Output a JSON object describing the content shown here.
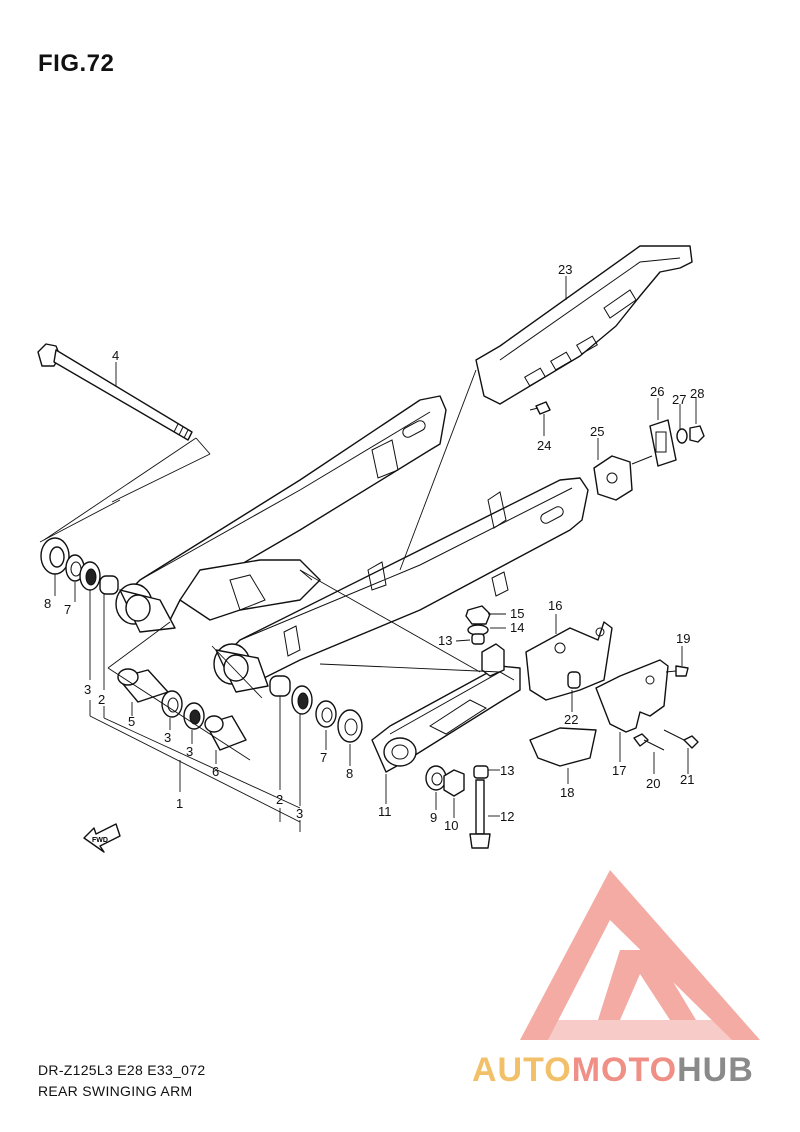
{
  "figure": {
    "title": "FIG.72"
  },
  "footer": {
    "model_code": "DR-Z125L3 E28 E33_072",
    "section_title": "REAR SWINGING ARM"
  },
  "watermark": {
    "part1": "AUTO",
    "part2": "MOTO",
    "part3": "HUB",
    "colors": {
      "auto": "#f2c069",
      "moto": "#ef8f86",
      "hub": "#8a8a8a",
      "triangle": "#ef8f86"
    }
  },
  "fwd_arrow": {
    "label": "FWD"
  },
  "callouts": [
    {
      "id": "c1",
      "label": "1"
    },
    {
      "id": "c2a",
      "label": "2"
    },
    {
      "id": "c2b",
      "label": "2"
    },
    {
      "id": "c3a",
      "label": "3"
    },
    {
      "id": "c3b",
      "label": "3"
    },
    {
      "id": "c3c",
      "label": "3"
    },
    {
      "id": "c3d",
      "label": "3"
    },
    {
      "id": "c4",
      "label": "4"
    },
    {
      "id": "c5",
      "label": "5"
    },
    {
      "id": "c6",
      "label": "6"
    },
    {
      "id": "c7a",
      "label": "7"
    },
    {
      "id": "c7b",
      "label": "7"
    },
    {
      "id": "c8a",
      "label": "8"
    },
    {
      "id": "c8b",
      "label": "8"
    },
    {
      "id": "c9",
      "label": "9"
    },
    {
      "id": "c10",
      "label": "10"
    },
    {
      "id": "c11",
      "label": "11"
    },
    {
      "id": "c12",
      "label": "12"
    },
    {
      "id": "c13a",
      "label": "13"
    },
    {
      "id": "c13b",
      "label": "13"
    },
    {
      "id": "c14",
      "label": "14"
    },
    {
      "id": "c15",
      "label": "15"
    },
    {
      "id": "c16",
      "label": "16"
    },
    {
      "id": "c17",
      "label": "17"
    },
    {
      "id": "c18",
      "label": "18"
    },
    {
      "id": "c19",
      "label": "19"
    },
    {
      "id": "c20",
      "label": "20"
    },
    {
      "id": "c21",
      "label": "21"
    },
    {
      "id": "c22",
      "label": "22"
    },
    {
      "id": "c23",
      "label": "23"
    },
    {
      "id": "c24",
      "label": "24"
    },
    {
      "id": "c25",
      "label": "25"
    },
    {
      "id": "c26",
      "label": "26"
    },
    {
      "id": "c27",
      "label": "27"
    },
    {
      "id": "c28",
      "label": "28"
    }
  ]
}
